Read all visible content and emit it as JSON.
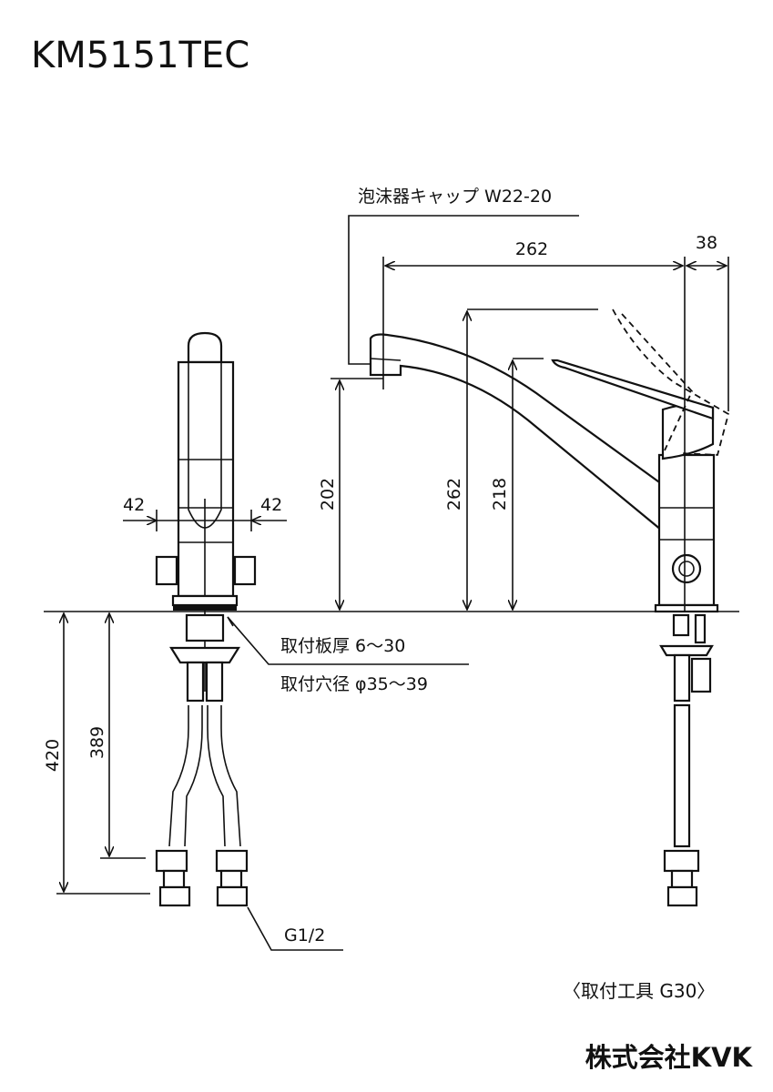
{
  "title": "KM5151TEC",
  "labels": {
    "aerator_cap": "泡沫器キャップ W22-20",
    "plate_thickness": "取付板厚 6～30",
    "hole_diameter": "取付穴径 φ35～39",
    "thread": "G1/2",
    "tool": "〈取付工具 G30〉",
    "company": "株式会社KVK"
  },
  "dimensions": {
    "spout_reach": "262",
    "lever_offset": "38",
    "front_left": "42",
    "front_right": "42",
    "spout_height": "202",
    "lever_height_raised": "262",
    "lever_height": "218",
    "hose_total": "420",
    "hose_fitting": "389"
  }
}
